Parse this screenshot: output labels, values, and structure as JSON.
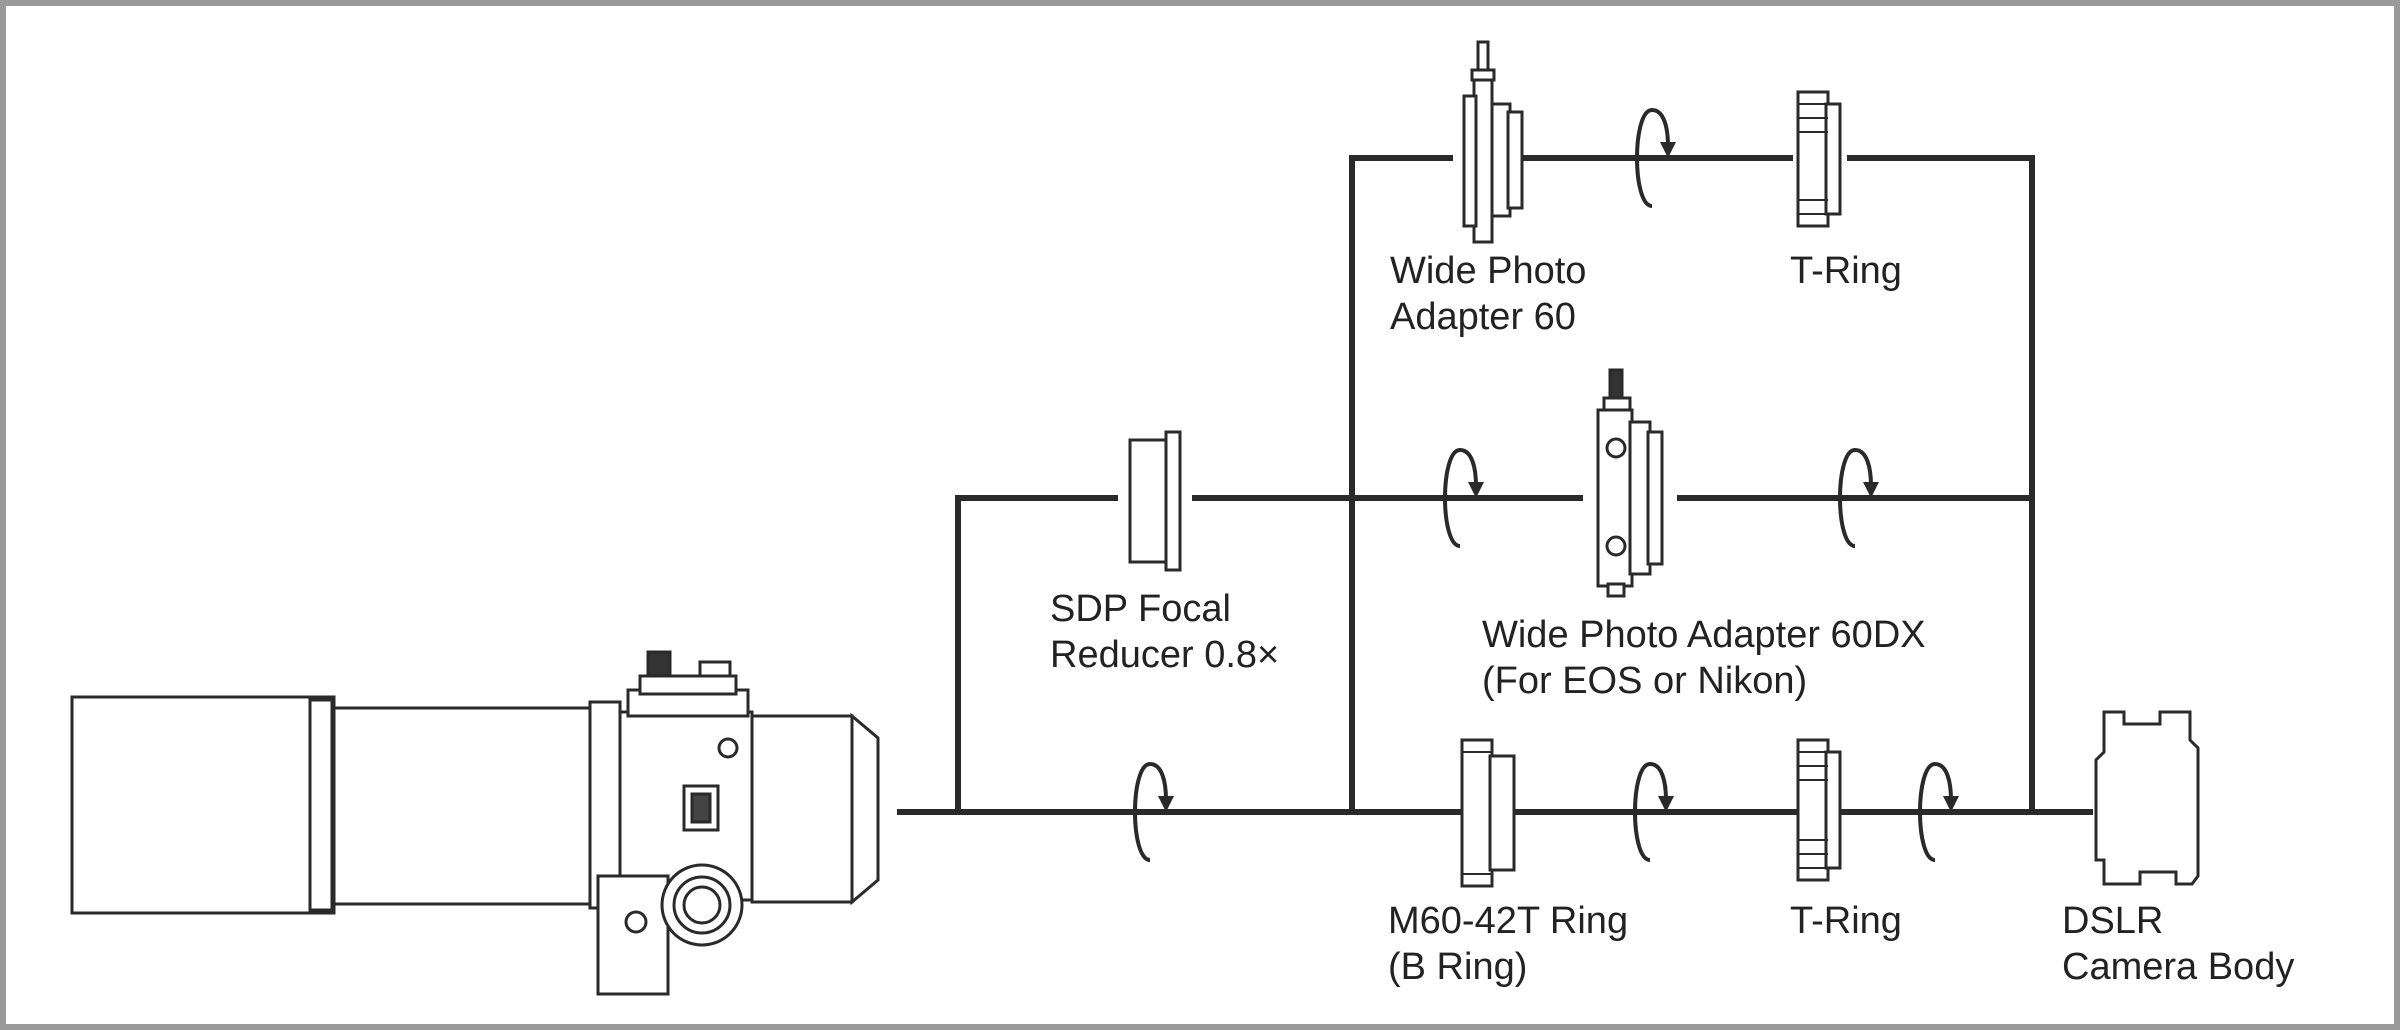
{
  "diagram": {
    "line_color": "#2a2a2a",
    "frame_color": "#9a9a9a",
    "icons": [
      "telescope-tube",
      "rotation-arrow-icon",
      "camera-body-outline"
    ],
    "labels": {
      "wide_photo_adapter_60": "Wide Photo\nAdapter 60",
      "t_ring_top": "T-Ring",
      "sdp_focal_reducer": "SDP Focal\nReducer 0.8×",
      "wide_photo_adapter_60dx": "Wide Photo Adapter 60DX\n(For EOS or Nikon)",
      "m60_42t_ring": "M60-42T Ring\n(B Ring)",
      "t_ring_bottom": "T-Ring",
      "dslr": "DSLR\nCamera Body"
    }
  }
}
